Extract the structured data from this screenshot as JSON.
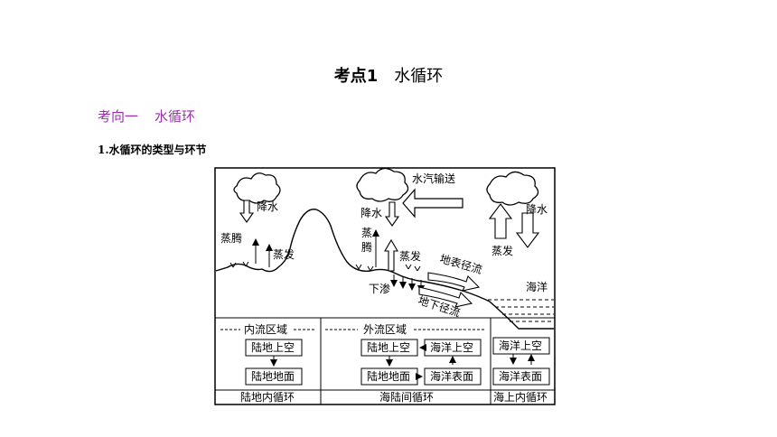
{
  "header": {
    "title_num": "考点1",
    "title_text": "水循环",
    "section_label": "考向一",
    "section_text": "水循环",
    "subtitle": "1.水循环的类型与环节"
  },
  "diagram": {
    "labels": {
      "vapor_transport": "水汽输送",
      "precip_left": "降水",
      "precip_mid": "降水",
      "precip_right": "降水",
      "transpiration_left": "蒸腾",
      "transpiration_mid": "蒸腾",
      "evaporation_left": "蒸发",
      "evaporation_mid": "蒸发",
      "evaporation_right": "蒸发",
      "surface_runoff": "地表径流",
      "infiltration": "下渗",
      "groundwater_runoff": "地下径流",
      "ocean": "海洋"
    },
    "regions": {
      "inland": "内流区域",
      "outflow": "外流区域"
    },
    "boxes": {
      "land_air_inland": "陆地上空",
      "land_surface_inland": "陆地地面",
      "land_air_outflow": "陆地上空",
      "land_surface_outflow": "陆地地面",
      "sea_air_outflow": "海洋上空",
      "sea_surface_outflow": "海洋表面",
      "sea_air_ocean": "海洋上空",
      "sea_surface_ocean": "海洋表面"
    },
    "cycles": {
      "inland_cycle": "陆地内循环",
      "sea_land_cycle": "海陆间循环",
      "ocean_cycle": "海上内循环"
    }
  }
}
